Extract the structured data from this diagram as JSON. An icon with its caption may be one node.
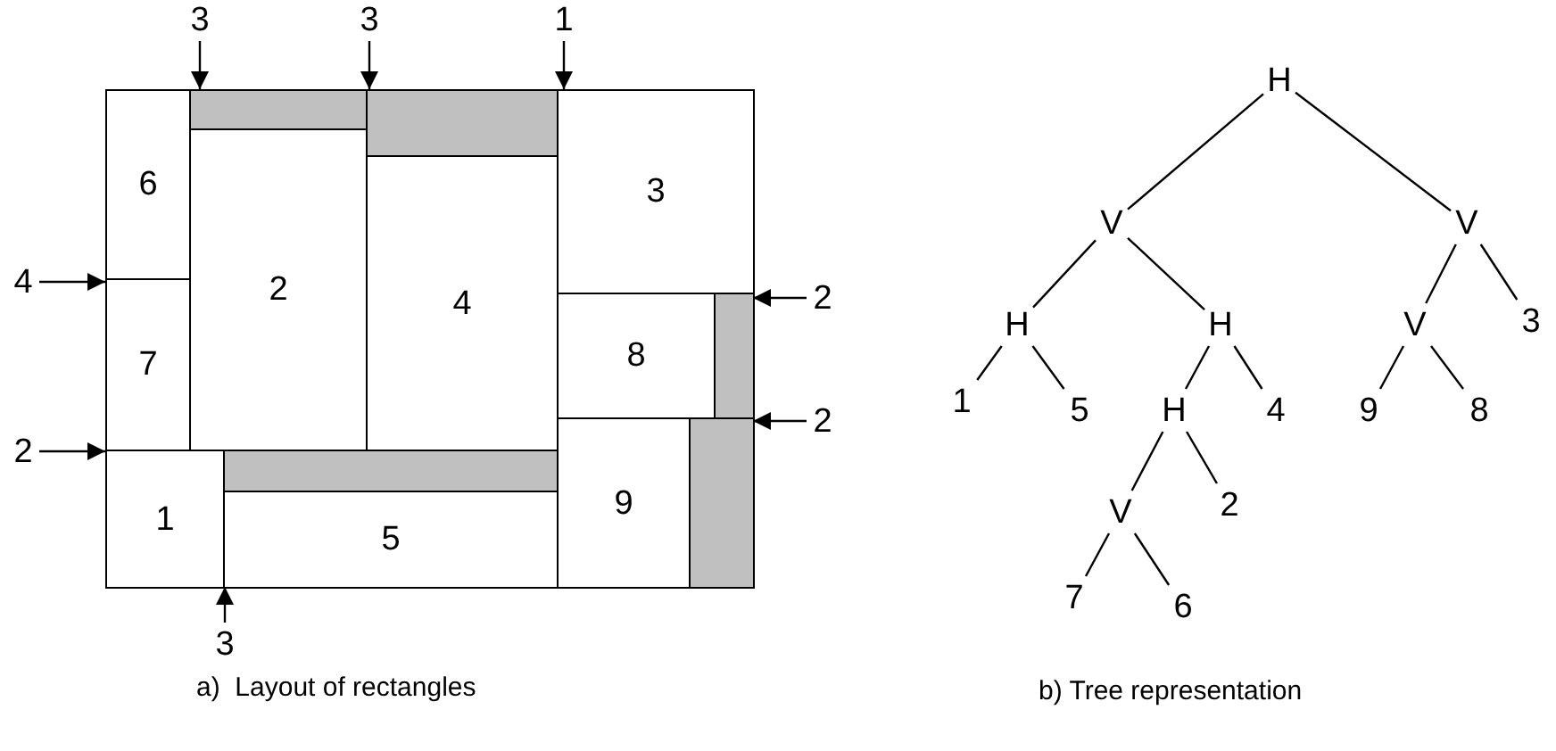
{
  "diagram": {
    "nodes": [
      {
        "text": [],
        "shape": "box"
      },
      {
        "text": [
          "6"
        ],
        "in": 0
      },
      {
        "text": [
          "3"
        ],
        "in": 0
      },
      {
        "text": [
          "2"
        ],
        "in": 0
      },
      {
        "text": [
          "4"
        ],
        "in": 0
      },
      {
        "text": [
          "7"
        ],
        "in": 0
      },
      {
        "text": [
          "8"
        ],
        "in": 0
      },
      {
        "text": [
          "9"
        ],
        "in": 0
      },
      {
        "text": [
          "1"
        ],
        "in": 0
      },
      {
        "text": [
          "5"
        ],
        "in": 0
      },
      {
        "text": [
          "3"
        ]
      },
      {
        "text": [
          "3"
        ]
      },
      {
        "text": [
          "1"
        ]
      },
      {
        "text": [
          "4"
        ]
      },
      {
        "text": [
          "2"
        ]
      },
      {
        "text": [
          "2"
        ]
      },
      {
        "text": [
          "2"
        ]
      },
      {
        "text": [
          "3"
        ]
      },
      {
        "text": [
          "H"
        ]
      },
      {
        "text": [
          "V"
        ]
      },
      {
        "text": [
          "V"
        ]
      },
      {
        "text": [
          "H"
        ]
      },
      {
        "text": [
          "H"
        ]
      },
      {
        "text": [
          "V"
        ]
      },
      {
        "text": [
          "3"
        ]
      },
      {
        "text": [
          "1"
        ]
      },
      {
        "text": [
          "5"
        ]
      },
      {
        "text": [
          "H"
        ]
      },
      {
        "text": [
          "4"
        ]
      },
      {
        "text": [
          "9"
        ]
      },
      {
        "text": [
          "8"
        ]
      },
      {
        "text": [
          "V"
        ]
      },
      {
        "text": [
          "2"
        ]
      },
      {
        "text": [
          "7"
        ]
      },
      {
        "text": [
          "6"
        ]
      },
      {
        "text": [],
        "shape": "box",
        "in": 0
      },
      {
        "text": [],
        "shape": "box",
        "in": 0
      },
      {
        "text": [],
        "shape": "box",
        "in": 0
      },
      {
        "text": [],
        "shape": "box",
        "in": 0
      },
      {
        "text": [],
        "shape": "box",
        "in": 0
      }
    ],
    "edges": [
      {
        "from": 10,
        "to": 0,
        "arrow": "to"
      },
      {
        "from": 11,
        "to": 0,
        "arrow": "to"
      },
      {
        "from": 12,
        "to": 0,
        "arrow": "to"
      },
      {
        "from": 13,
        "to": 0,
        "arrow": "to"
      },
      {
        "from": 14,
        "to": 0,
        "arrow": "to"
      },
      {
        "from": 15,
        "to": 0,
        "arrow": "to"
      },
      {
        "from": 16,
        "to": 0,
        "arrow": "to"
      },
      {
        "from": 17,
        "to": 0,
        "arrow": "to"
      },
      {
        "from": 18,
        "to": 19,
        "arrow": "none"
      },
      {
        "from": 18,
        "to": 20,
        "arrow": "none"
      },
      {
        "from": 19,
        "to": 21,
        "arrow": "none"
      },
      {
        "from": 19,
        "to": 22,
        "arrow": "none"
      },
      {
        "from": 21,
        "to": 25,
        "arrow": "none"
      },
      {
        "from": 21,
        "to": 26,
        "arrow": "none"
      },
      {
        "from": 22,
        "to": 27,
        "arrow": "none"
      },
      {
        "from": 22,
        "to": 28,
        "arrow": "none"
      },
      {
        "from": 27,
        "to": 31,
        "arrow": "none"
      },
      {
        "from": 27,
        "to": 32,
        "arrow": "none"
      },
      {
        "from": 31,
        "to": 33,
        "arrow": "none"
      },
      {
        "from": 31,
        "to": 34,
        "arrow": "none"
      },
      {
        "from": 20,
        "to": 23,
        "arrow": "none"
      },
      {
        "from": 20,
        "to": 24,
        "arrow": "none"
      },
      {
        "from": 23,
        "to": 29,
        "arrow": "none"
      },
      {
        "from": 23,
        "to": 30,
        "arrow": "none"
      }
    ],
    "labels": [
      "a)  Layout of rectangles",
      "b) Tree representation"
    ]
  }
}
